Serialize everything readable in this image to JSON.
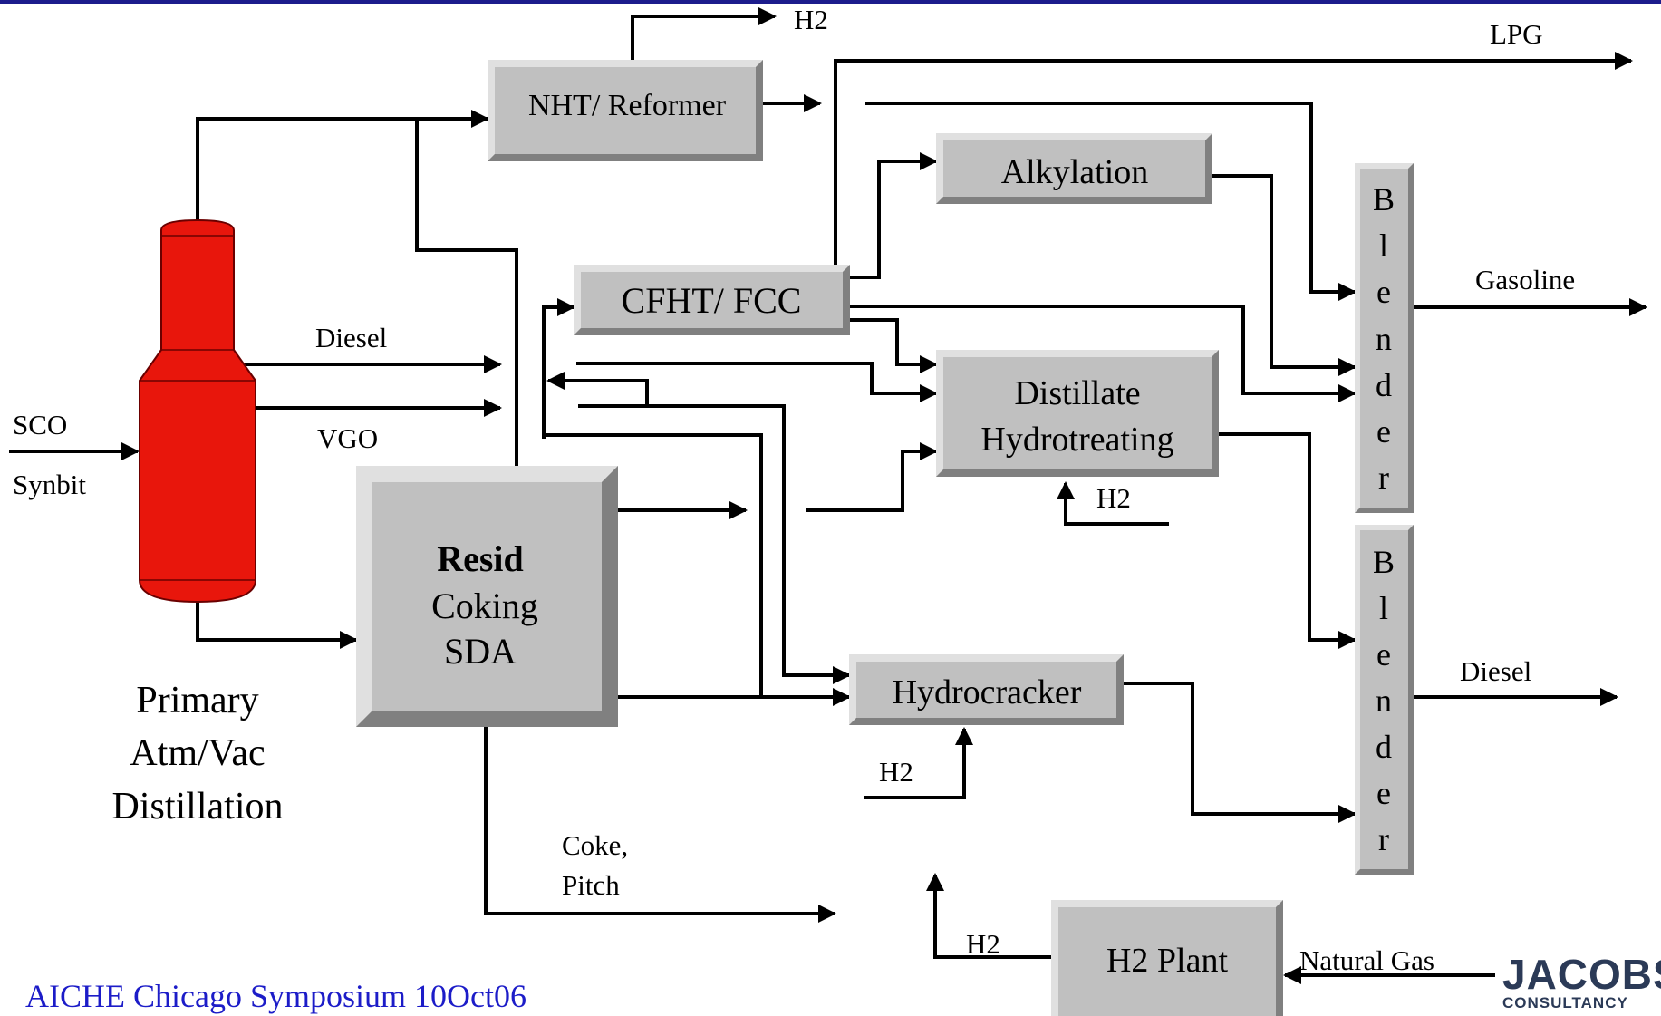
{
  "units": {
    "nht": "NHT/ Reformer",
    "cfht": "CFHT/ FCC",
    "alky": "Alkylation",
    "dht_line1": "Distillate",
    "dht_line2": "Hydrotreating",
    "resid_line1": "Resid",
    "resid_line2": "Coking",
    "resid_line3": "SDA",
    "hcr": "Hydrocracker",
    "h2plant": "H2 Plant",
    "blender_letters": [
      "B",
      "l",
      "e",
      "n",
      "d",
      "e",
      "r"
    ]
  },
  "tower_label": [
    "Primary",
    "Atm/Vac",
    "Distillation"
  ],
  "streams": {
    "h2_top": "H2",
    "lpg": "LPG",
    "gasoline": "Gasoline",
    "diesel_product": "Diesel",
    "diesel_side": "Diesel",
    "vgo": "VGO",
    "sco": "SCO",
    "synbit": "Synbit",
    "h2_dht": "H2",
    "h2_hcr": "H2",
    "h2_plant_out": "H2",
    "coke": "Coke,",
    "pitch": "Pitch",
    "natural_gas": "Natural Gas"
  },
  "footer": "AICHE Chicago Symposium 10Oct06",
  "logo": {
    "line1": "JACOBS",
    "line2": "CONSULTANCY"
  },
  "colors": {
    "unit_fill": "#c0c0c0",
    "tower": "#e8160c",
    "footer_text": "#1c1cc8",
    "top_rule": "#1c1c8c"
  }
}
